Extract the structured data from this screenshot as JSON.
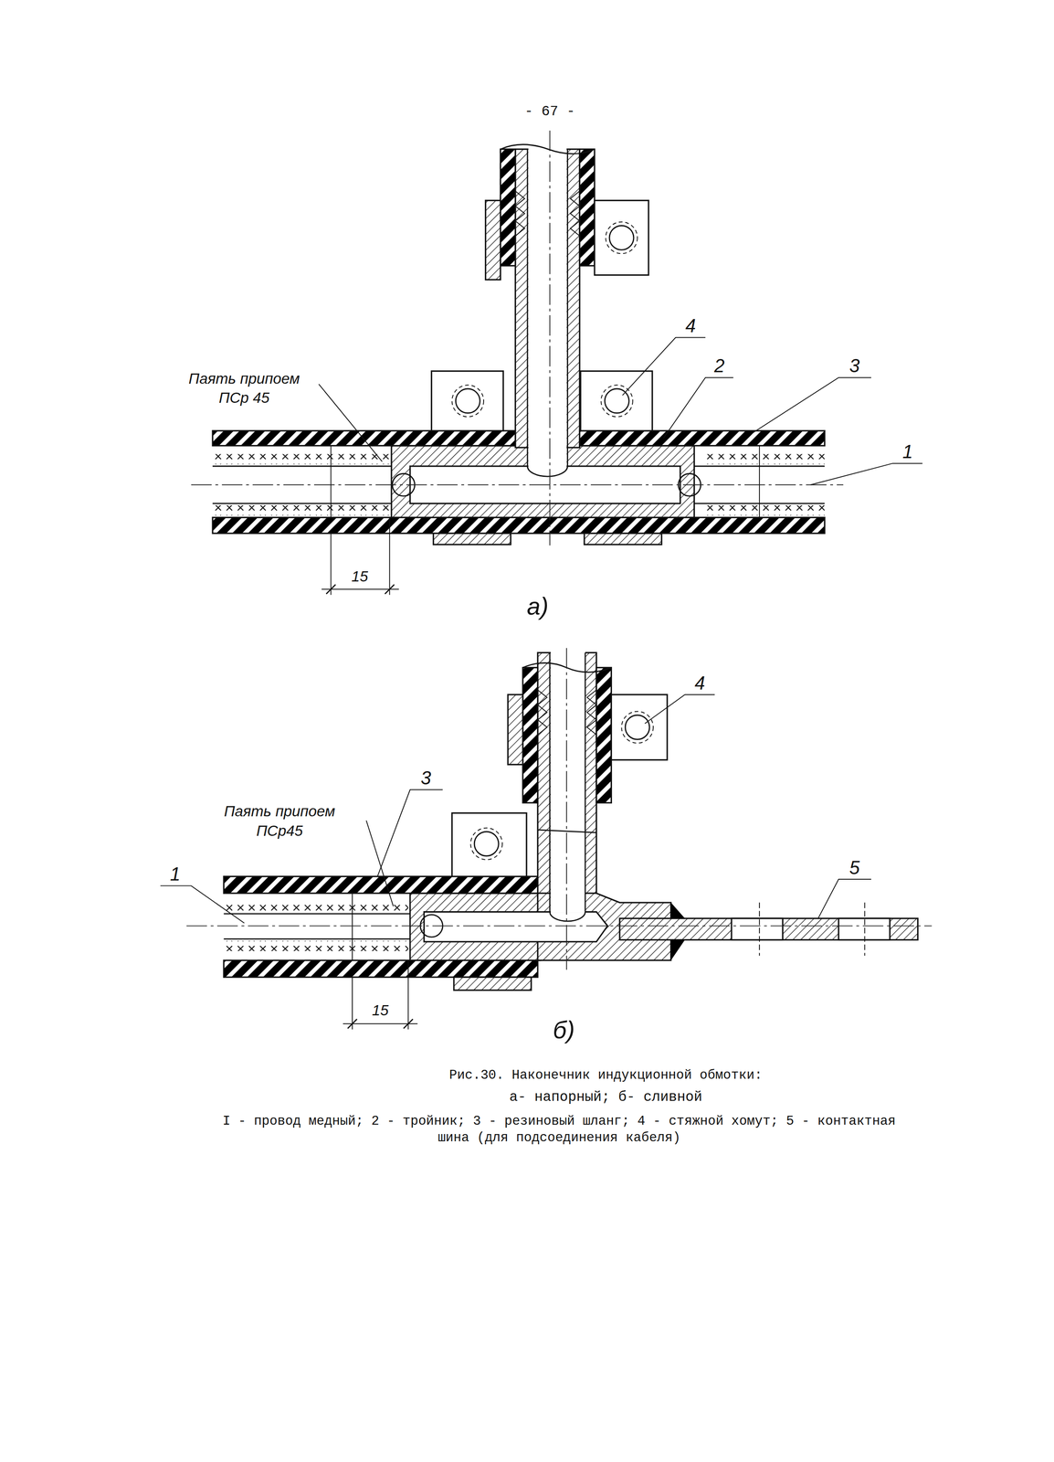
{
  "diagram": {
    "caption": "Рис.30. Наконечник индукционной обмотки:",
    "labels": [
      "- 67 -",
      "4",
      "Паять припоем ПСр 45",
      "2",
      "3",
      "1",
      "15",
      "а)",
      "4",
      "3",
      "Паять припоем ПСр45",
      "1",
      "5",
      "15",
      "б)",
      "а- напорный; б- сливной",
      "I - провод медный; 2 - тройник; 3 - резиновый шланг; 4 - стяжной хомут; 5 - контактная шина (для подсоединения кабеля)"
    ]
  }
}
